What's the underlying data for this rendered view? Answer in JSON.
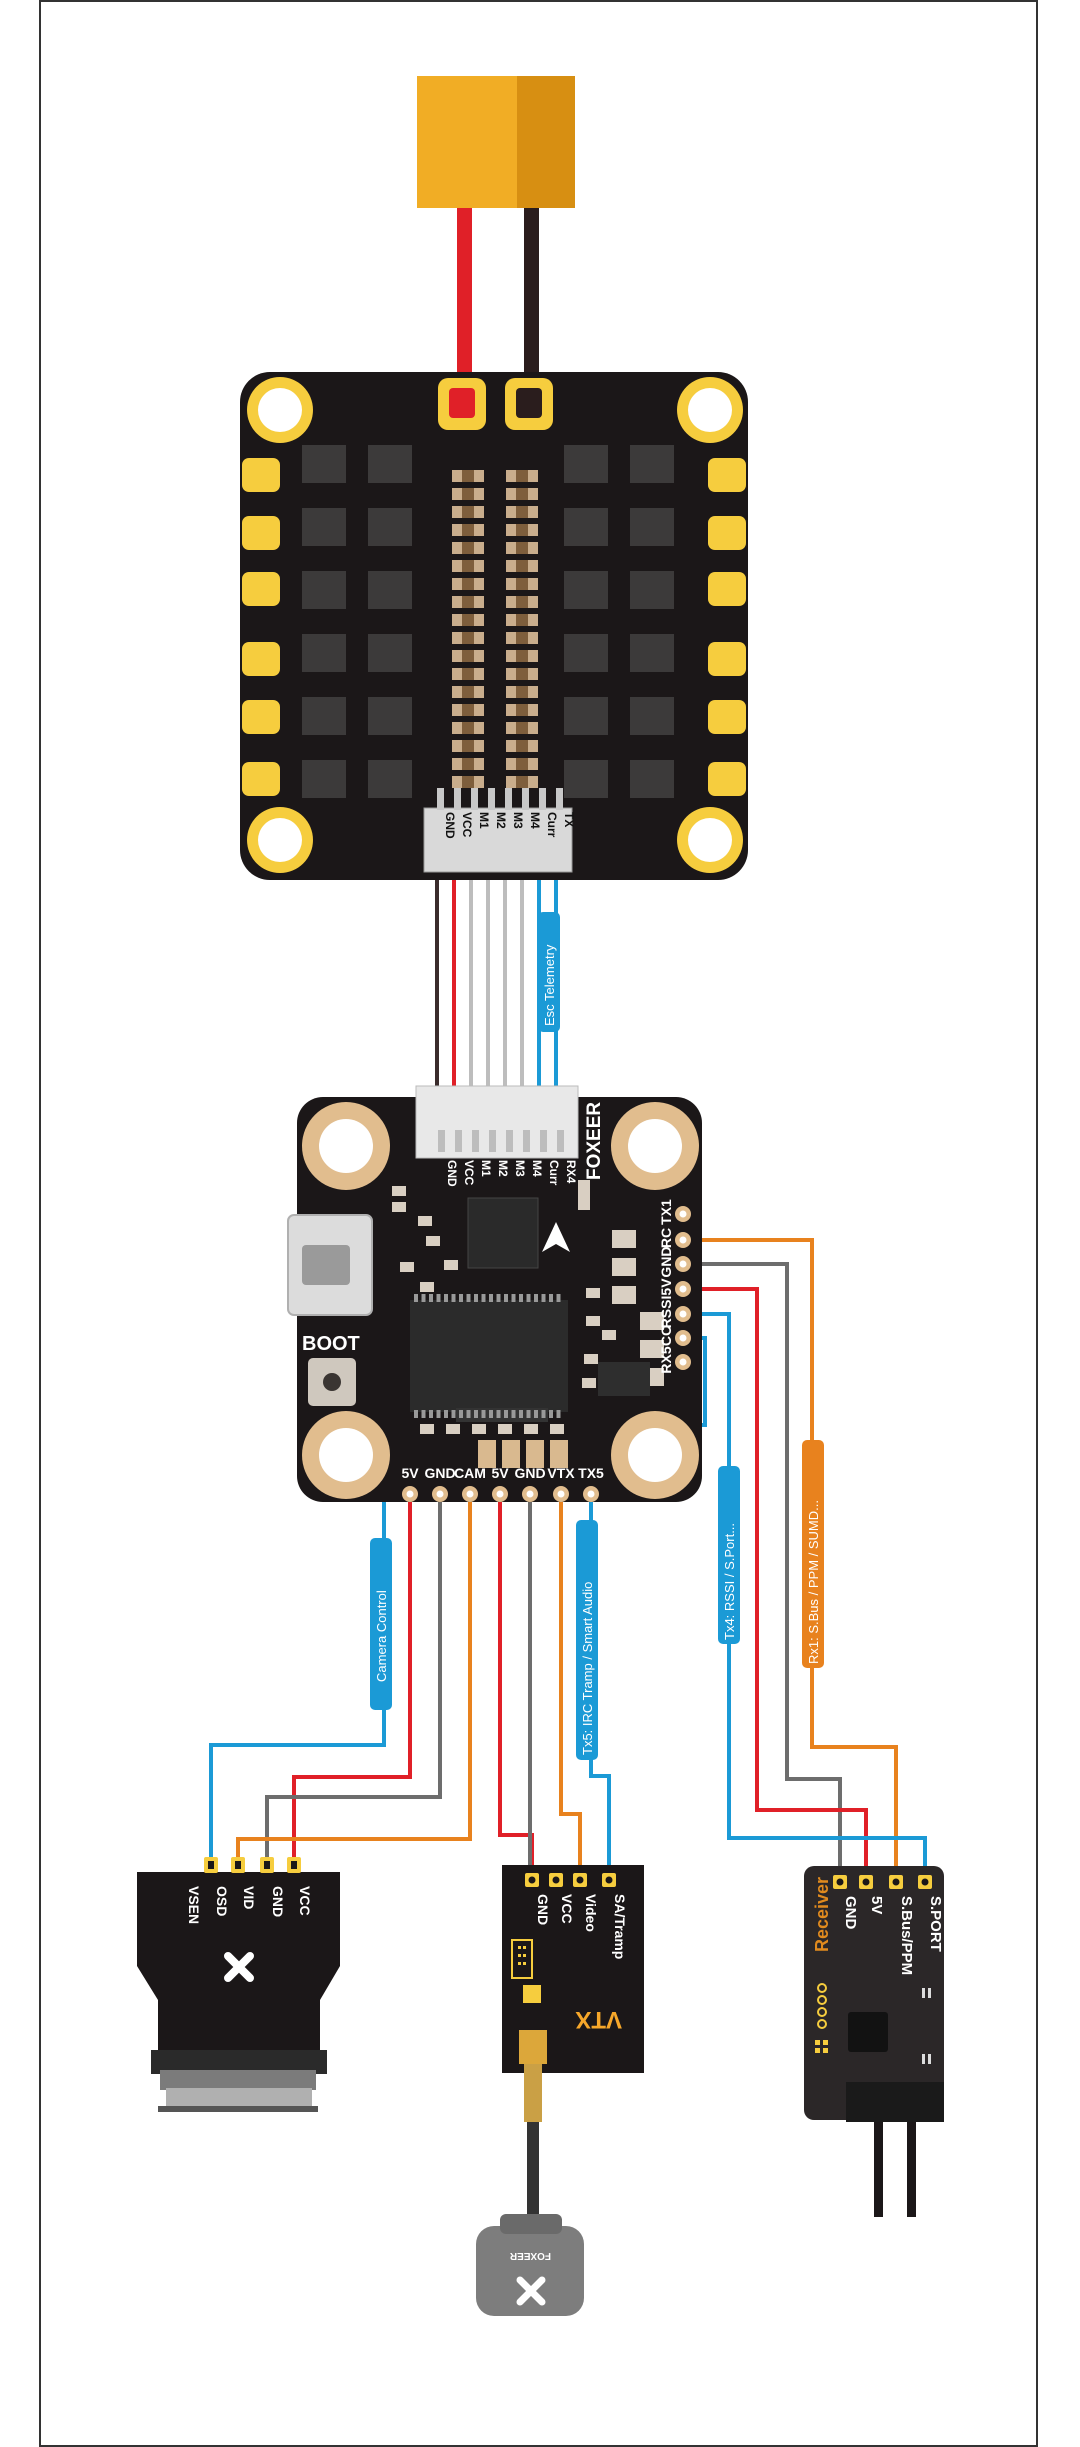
{
  "colors": {
    "pcb": "#1b1718",
    "pad_gold": "#f6cd3e",
    "ring_copper": "#e1bd8e",
    "wire_red": "#e02028",
    "wire_black": "#3a2c2c",
    "wire_gray": "#6d6d6d",
    "wire_light": "#bdbdbd",
    "wire_blue": "#1b9ad6",
    "wire_orange": "#e8821e",
    "xt60": "#f1ad25",
    "label_orange": "#e08a1e"
  },
  "esc": {
    "pins": [
      "GND",
      "VCC",
      "M1",
      "M2",
      "M3",
      "M4",
      "Curr",
      "TX"
    ],
    "telemetry_label": "Esc Telemetry"
  },
  "fc": {
    "brand": "FOXEER",
    "boot": "BOOT",
    "top_pins": [
      "GND",
      "VCC",
      "M1",
      "M2",
      "M3",
      "M4",
      "Curr",
      "RX4"
    ],
    "right_pins": [
      "TX1",
      "RC",
      "GND",
      "5V",
      "RSSI",
      "CC",
      "RX5"
    ],
    "bottom_pins": [
      "5V",
      "GND",
      "CAM",
      "5V",
      "GND",
      "VTX",
      "TX5"
    ]
  },
  "labels": {
    "camera_control": "Camera Control",
    "tx5": "Tx5: IRC Tramp / Smart Audio",
    "tx4": "Tx4: RSSI / S.Port...",
    "rx1": "Rx1: S.Bus / PPM / SUMD..."
  },
  "camera": {
    "pins": [
      "VSEN",
      "OSD",
      "VID",
      "GND",
      "VCC"
    ],
    "logo_icon": "foxeer-x-logo-icon"
  },
  "vtx": {
    "pins": [
      "GND",
      "VCC",
      "Video",
      "SA/Tramp"
    ],
    "title": "VTX",
    "antenna_brand": "FOXEER"
  },
  "receiver": {
    "title": "Receiver",
    "pins": [
      "GND",
      "5V",
      "S.Bus/PPM",
      "S.PORT"
    ]
  }
}
